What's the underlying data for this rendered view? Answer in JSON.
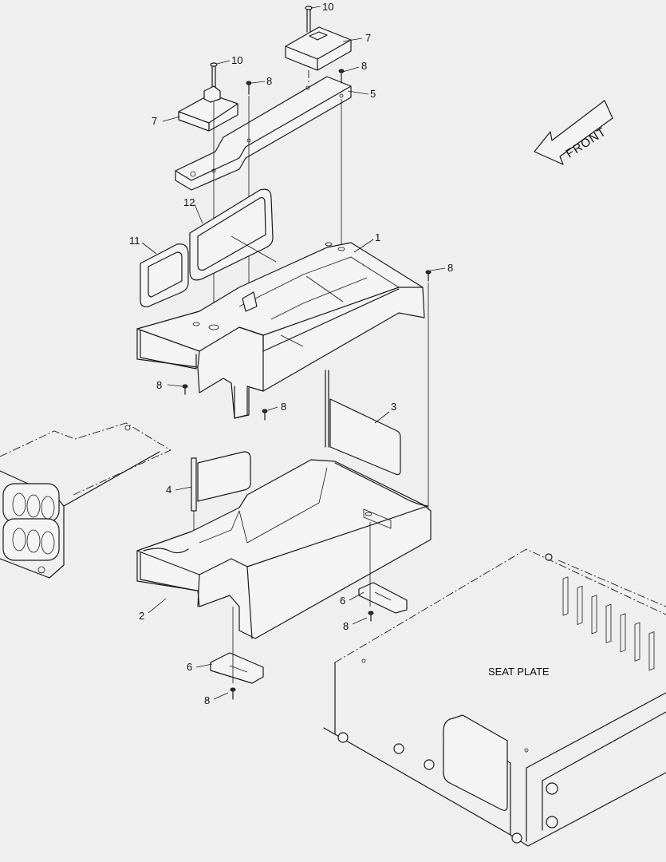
{
  "callouts": {
    "c10a": "10",
    "c7a": "7",
    "c8a": "8",
    "c5": "5",
    "c10b": "10",
    "c8b": "8",
    "c7b": "7",
    "c12": "12",
    "c11": "11",
    "c1": "1",
    "c8c": "8",
    "c8d": "8",
    "c8e": "8",
    "c3": "3",
    "c4": "4",
    "c2": "2",
    "c6a": "6",
    "c8f": "8",
    "c6b": "6",
    "c8g": "8"
  },
  "labels": {
    "front": "FRONT",
    "seat_plate": "SEAT PLATE"
  }
}
